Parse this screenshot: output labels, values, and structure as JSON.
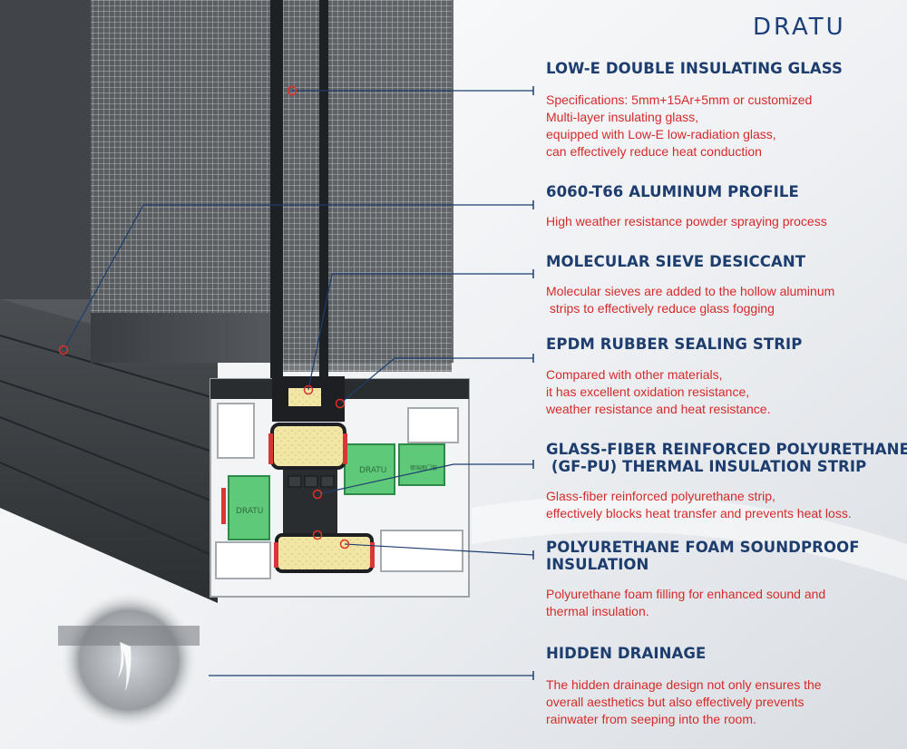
{
  "brand": {
    "logo": "DRATU",
    "accent": "#1c3f7a",
    "text_color": "#d62a2a"
  },
  "features": [
    {
      "title": "LOW-E DOUBLE INSULATING GLASS",
      "lines": [
        "Specifications: 5mm+15Ar+5mm or customized",
        "Multi-layer insulating glass,",
        "equipped with Low-E low-radiation glass,",
        "can effectively reduce heat conduction"
      ]
    },
    {
      "title": "6060-T66 ALUMINUM PROFILE",
      "lines": [
        "High weather resistance powder spraying process"
      ]
    },
    {
      "title": "MOLECULAR SIEVE DESICCANT",
      "lines": [
        "Molecular sieves are added to the hollow aluminum",
        " strips to effectively reduce glass fogging"
      ]
    },
    {
      "title": "EPDM RUBBER SEALING STRIP",
      "lines": [
        "Compared with other materials,",
        "it has excellent oxidation resistance,",
        "weather resistance and heat resistance."
      ]
    },
    {
      "title": "GLASS-FIBER REINFORCED POLYURETHANE",
      "title2": " (GF-PU) THERMAL INSULATION STRIP",
      "lines": [
        "Glass-fiber reinforced polyurethane strip,",
        "effectively blocks heat transfer and prevents heat loss."
      ]
    },
    {
      "title": "POLYURETHANE FOAM SOUNDPROOF",
      "title2": "INSULATION",
      "lines": [
        "Polyurethane foam filling for enhanced sound and",
        "thermal insulation."
      ]
    },
    {
      "title": "HIDDEN DRAINAGE",
      "lines": [
        "The hidden drainage design not only ensures the",
        "overall aesthetics but also effectively prevents",
        "rainwater from seeping into the room."
      ]
    }
  ],
  "profile_label": "DRATU",
  "profile_sublabel": "德瑞图门窗"
}
